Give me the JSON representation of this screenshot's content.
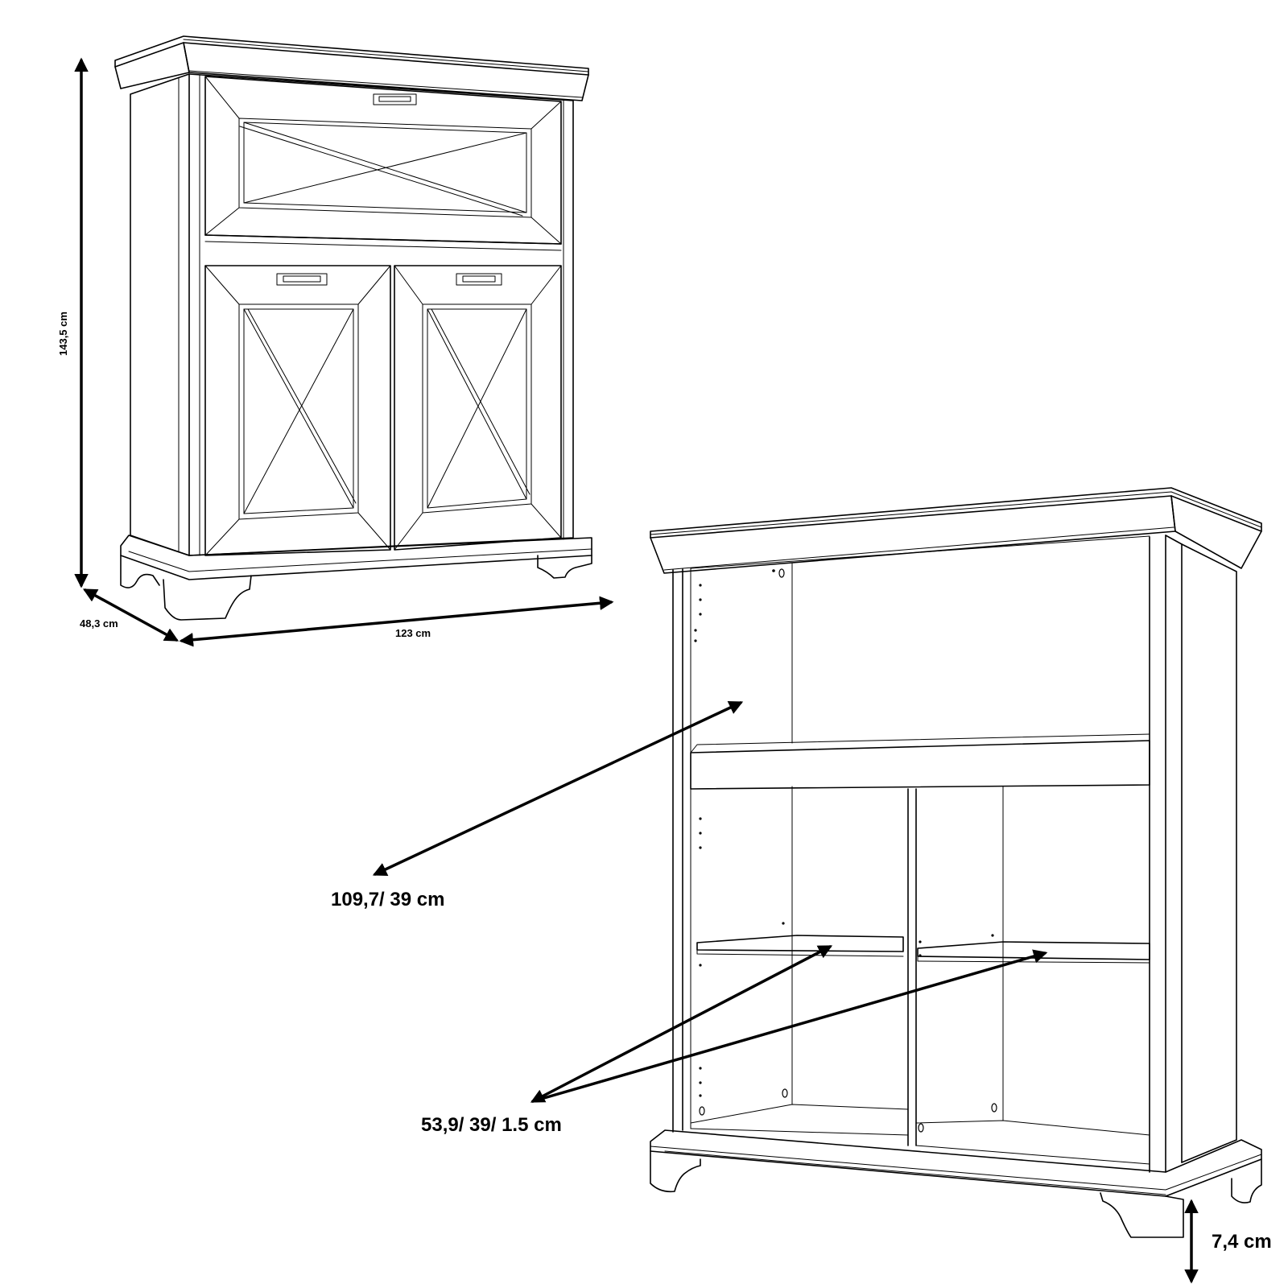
{
  "closed_cabinet": {
    "height": "143,5 cm",
    "depth": "48,3 cm",
    "width": "123 cm"
  },
  "open_cabinet": {
    "top_shelf": "109,7/ 39 cm",
    "small_shelves": "53,9/ 39/ 1.5 cm",
    "plinth_height": "7,4 cm"
  },
  "colors": {
    "line": "#000000",
    "background": "#ffffff"
  }
}
